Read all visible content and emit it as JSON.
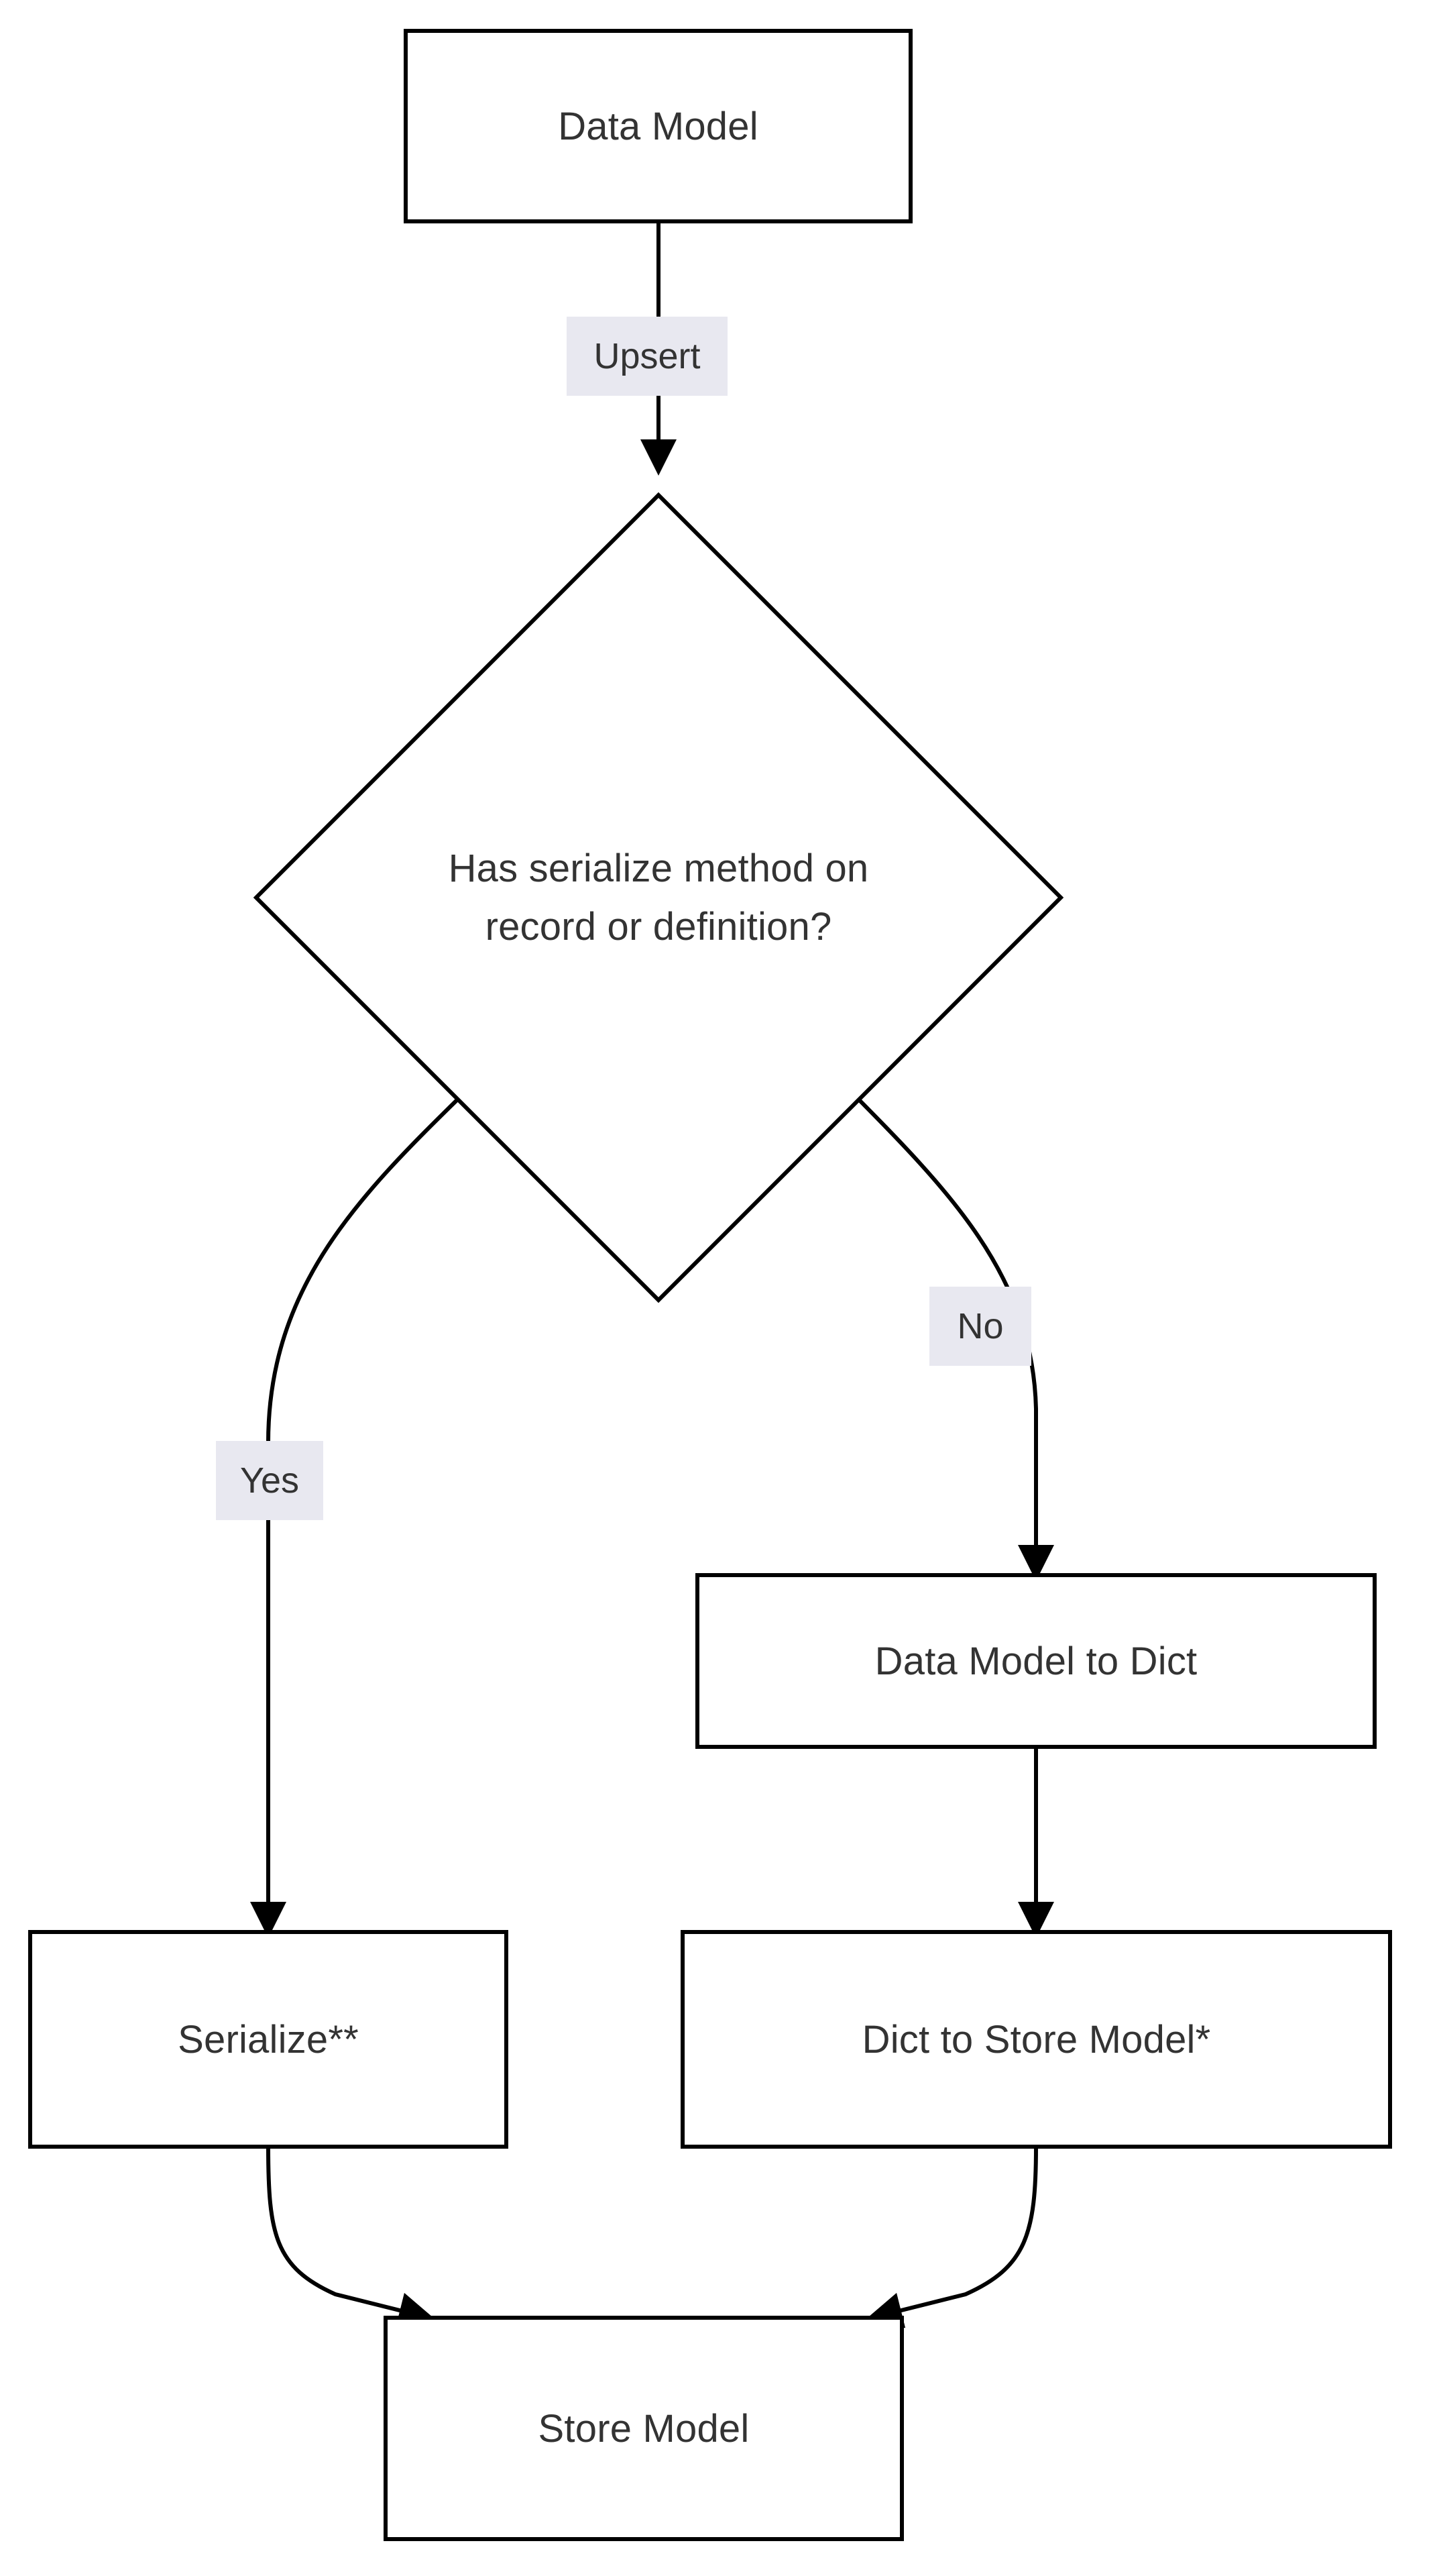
{
  "diagram": {
    "type": "flowchart",
    "orientation": "top-down",
    "background_color": "#ffffff",
    "node_fill": "#ffffff",
    "node_stroke": "#000000",
    "text_color": "#333333",
    "edge_label_background": "#e8e8f0",
    "nodes": [
      {
        "id": "data-model",
        "shape": "rectangle",
        "label": "Data Model"
      },
      {
        "id": "decision",
        "shape": "diamond",
        "label_line_1": "Has serialize method on",
        "label_line_2": "record or definition?"
      },
      {
        "id": "data-model-to-dict",
        "shape": "rectangle",
        "label": "Data Model to Dict"
      },
      {
        "id": "serialize",
        "shape": "rectangle",
        "label": "Serialize**"
      },
      {
        "id": "dict-to-store-model",
        "shape": "rectangle",
        "label": "Dict to Store Model*"
      },
      {
        "id": "store-model",
        "shape": "rectangle",
        "label": "Store Model"
      }
    ],
    "edges": [
      {
        "from": "data-model",
        "to": "decision",
        "label": "Upsert"
      },
      {
        "from": "decision",
        "to": "serialize",
        "label": "Yes"
      },
      {
        "from": "decision",
        "to": "data-model-to-dict",
        "label": "No"
      },
      {
        "from": "data-model-to-dict",
        "to": "dict-to-store-model",
        "label": ""
      },
      {
        "from": "serialize",
        "to": "store-model",
        "label": ""
      },
      {
        "from": "dict-to-store-model",
        "to": "store-model",
        "label": ""
      }
    ]
  }
}
